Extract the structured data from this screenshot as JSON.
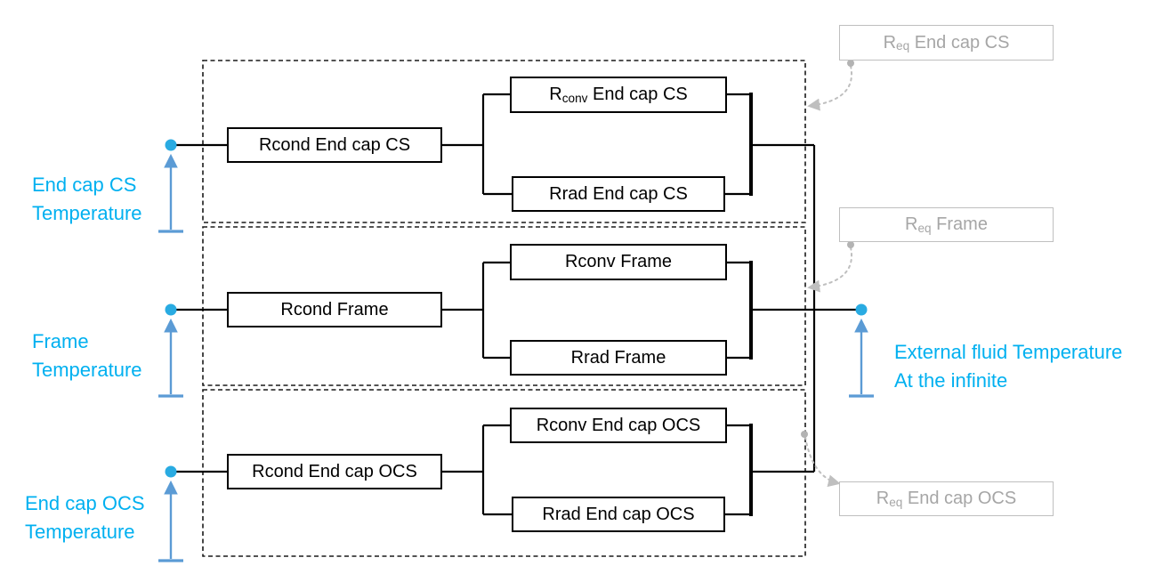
{
  "temperature_labels": {
    "endcap_cs": {
      "line1": "End cap CS",
      "line2": "Temperature"
    },
    "frame": {
      "line1": "Frame",
      "line2": "Temperature"
    },
    "endcap_ocs": {
      "line1": "End cap OCS",
      "line2": "Temperature"
    },
    "external": {
      "line1": "External fluid Temperature",
      "line2": "At the infinite"
    }
  },
  "resistors": {
    "cs_cond": "Rcond End cap CS",
    "cs_conv_base": "R",
    "cs_conv_sub": "conv",
    "cs_conv_tail": " End cap CS",
    "cs_rad": "Rrad End cap CS",
    "frame_cond": "Rcond Frame",
    "frame_conv": "Rconv Frame",
    "frame_rad": "Rrad Frame",
    "ocs_cond": "Rcond End cap OCS",
    "ocs_conv": "Rconv End cap OCS",
    "ocs_rad": "Rrad End cap OCS"
  },
  "equivalent_labels": {
    "cs": {
      "base": "R",
      "sub": "eq",
      "tail": " End cap CS"
    },
    "frame": {
      "base": "R",
      "sub": "eq",
      "tail": " Frame"
    },
    "ocs": {
      "base": "R",
      "sub": "eq",
      "tail": " End cap OCS"
    }
  },
  "colors": {
    "temperature_text": "#00B0F0",
    "node_dot": "#29ABE2",
    "arrow": "#5B9BD5",
    "equivalent_gray": "#A6A6A6",
    "connector_gray": "#BFBFBF",
    "wire": "#000000"
  }
}
